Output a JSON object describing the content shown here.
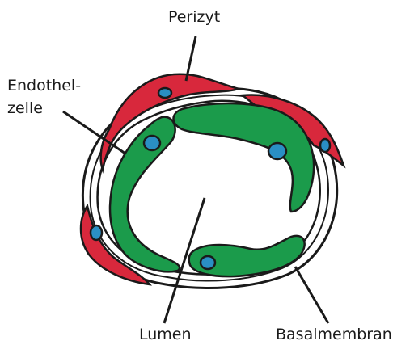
{
  "labels": {
    "perizyt": "Perizyt",
    "endothelzelle_line1": "Endothel-",
    "endothelzelle_line2": "zelle",
    "lumen": "Lumen",
    "basalmembran": "Basalmembran"
  },
  "colors": {
    "pericyte": "#d8283c",
    "endothelium": "#1b9b4b",
    "nucleus": "#2a8fc4",
    "outline": "#1a1a1a",
    "membrane": "#ffffff"
  }
}
